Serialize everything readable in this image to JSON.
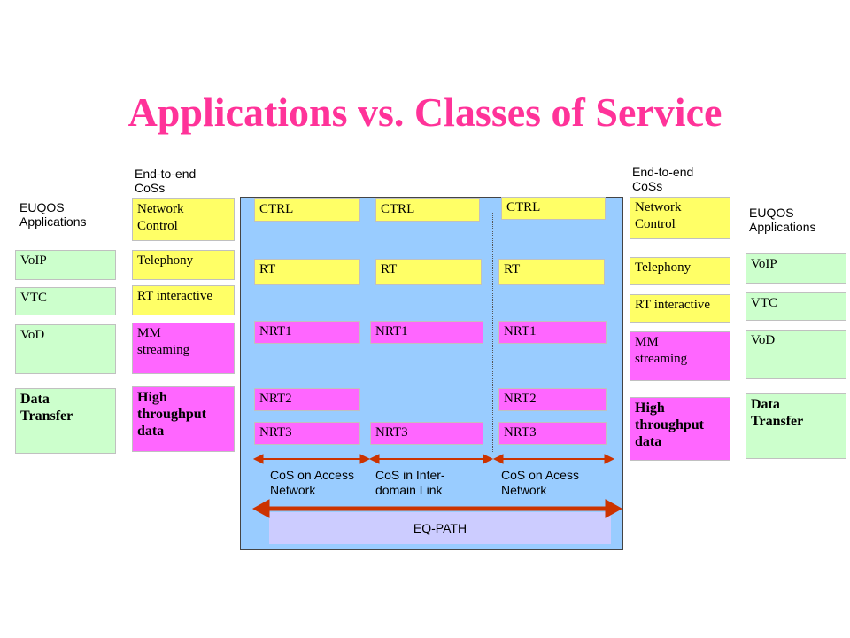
{
  "title": "Applications vs. Classes of Service",
  "left_cos_header": "End-to-end\nCoSs",
  "left_apps_header": "EUQOS\nApplications",
  "right_cos_header": "End-to-end\nCoSs",
  "right_apps_header": "EUQOS\nApplications",
  "apps": {
    "voip": "VoIP",
    "vtc": "VTC",
    "vod": "VoD",
    "data": "Data\nTransfer"
  },
  "cos": {
    "network_control": "Network\nControl",
    "telephony": "Telephony",
    "rt_interactive": "RT interactive",
    "mm_streaming": "MM\nstreaming",
    "high_throughput": "High\nthroughput\ndata"
  },
  "classes": {
    "ctrl": "CTRL",
    "rt": "RT",
    "nrt1": "NRT1",
    "nrt2": "NRT2",
    "nrt3": "NRT3"
  },
  "segments": {
    "access_left": "CoS on Access\nNetwork",
    "interdomain": "CoS in Inter-\ndomain Link",
    "access_right": "CoS on Acess\nNetwork"
  },
  "eq_path": "EQ-PATH",
  "colors": {
    "title": "#ff3399",
    "panel": "#99ccff",
    "yellow": "#ffff66",
    "pink": "#ff66ff",
    "green": "#ccffcc",
    "arrow": "#cc3300",
    "eq_path_bg": "#ccccff"
  }
}
